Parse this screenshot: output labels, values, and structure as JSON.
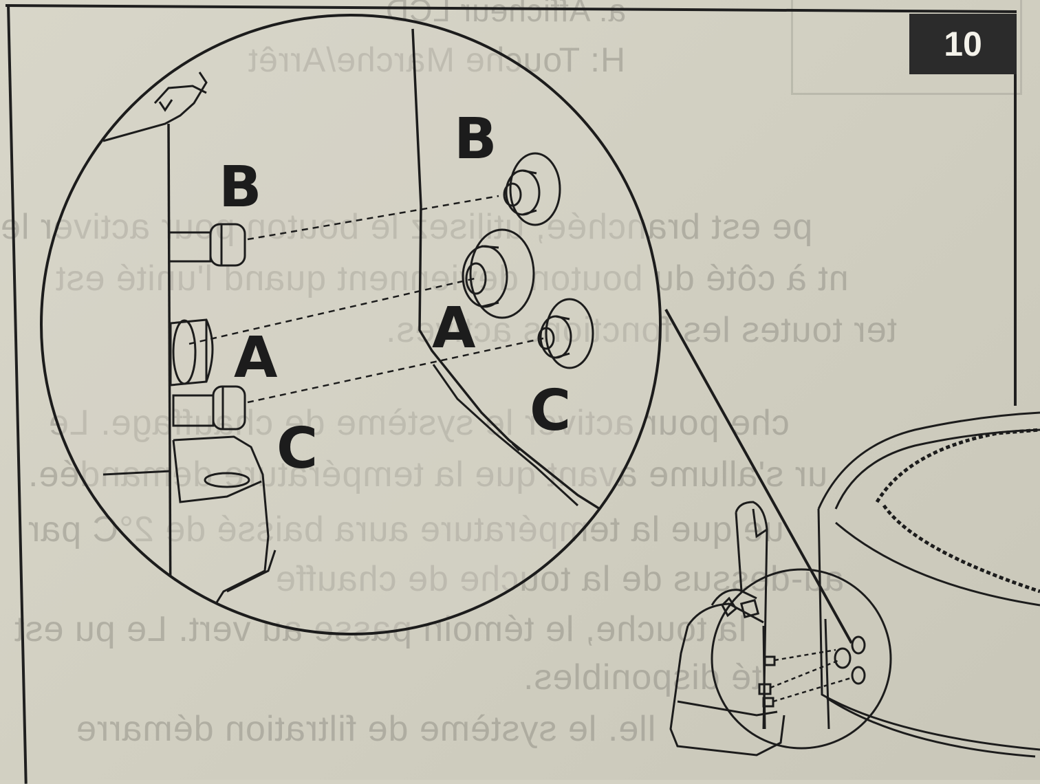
{
  "page": {
    "number": "10"
  },
  "background_text": [
    "a. Afficheur LCD",
    "H: Touche Marche/Arrêt",
    "pe est branchée, utilisez le bouton pour activer le",
    "nt à côté du bouton deviennent quand l'unité est",
    "ter toutes les fonctions actives.",
    "che pour activer le système de chauffage. Le",
    "ur s'allume avant que la température demandée.",
    "ue que la température aura baissé de 2°C par",
    "au-dessus de la touche de chauffe",
    "la touche, le témoin passe au vert. Le pu est",
    "té disponibles.",
    "lle. le système de filtration démarre"
  ],
  "diagram": {
    "left_labels": {
      "b": "B",
      "a": "A",
      "c": "C"
    },
    "right_labels": {
      "b": "B",
      "a": "A",
      "c": "C"
    }
  },
  "colors": {
    "ink": "#1c1c1c",
    "paper": "#d4d2c4",
    "badge": "#2b2b2b"
  }
}
